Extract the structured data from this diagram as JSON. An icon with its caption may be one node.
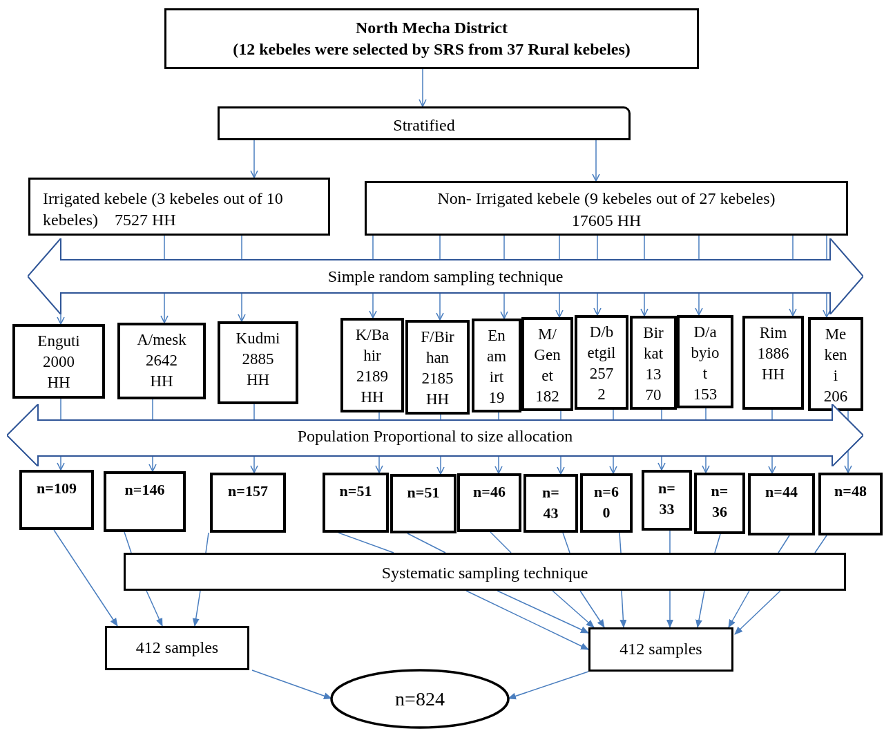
{
  "diagram": {
    "nodes": [
      {
        "text": [
          "North Mecha District",
          "(12 kebeles were selected by SRS from 37 Rural kebeles)"
        ]
      },
      {
        "text": [
          "Stratified"
        ]
      },
      {
        "text": [
          "Irrigated kebele (3 kebeles out of 10 kebeles)    7527 HH"
        ]
      },
      {
        "text": [
          "Non- Irrigated kebele (9 kebeles out of 27 kebeles) 17605 HH"
        ]
      },
      {
        "text": [
          "Simple random sampling technique"
        ]
      },
      {
        "text": [
          "Enguti 2000 HH"
        ]
      },
      {
        "text": [
          "A/mesk 2642 HH"
        ]
      },
      {
        "text": [
          "Kudmi 2885 HH"
        ]
      },
      {
        "text": [
          "K/Ba hir 2189 HH"
        ]
      },
      {
        "text": [
          "F/Bir han 2185 HH"
        ]
      },
      {
        "text": [
          "En am irt 19"
        ]
      },
      {
        "text": [
          "M/ Gen et 182"
        ]
      },
      {
        "text": [
          "D/b etgil 257 2"
        ]
      },
      {
        "text": [
          "Bir kat 13 70"
        ]
      },
      {
        "text": [
          "D/a byio t 153"
        ]
      },
      {
        "text": [
          "Rim 1886 HH"
        ]
      },
      {
        "text": [
          "Me ken i 206"
        ]
      },
      {
        "text": [
          "Population Proportional to size allocation"
        ]
      },
      {
        "text": [
          "n=109"
        ]
      },
      {
        "text": [
          "n=146"
        ]
      },
      {
        "text": [
          "n=157"
        ]
      },
      {
        "text": [
          "n=51"
        ]
      },
      {
        "text": [
          "n=51"
        ]
      },
      {
        "text": [
          "n=46"
        ]
      },
      {
        "text": [
          "n= 43"
        ]
      },
      {
        "text": [
          "n=6 0"
        ]
      },
      {
        "text": [
          "n= 33"
        ]
      },
      {
        "text": [
          "n= 36"
        ]
      },
      {
        "text": [
          "n=44"
        ]
      },
      {
        "text": [
          "n=48"
        ]
      },
      {
        "text": [
          "Systematic sampling technique"
        ]
      },
      {
        "text": [
          "412 samples"
        ]
      },
      {
        "text": [
          "412 samples"
        ]
      },
      {
        "text": [
          "n=824"
        ]
      }
    ],
    "edges": [
      {
        "from": 0,
        "to": 1,
        "arrow": "to"
      },
      {
        "from": 1,
        "to": 2,
        "arrow": "to"
      },
      {
        "from": 1,
        "to": 3,
        "arrow": "to"
      },
      {
        "from": 2,
        "to": 4,
        "arrow": "none"
      },
      {
        "from": 2,
        "to": 4,
        "arrow": "none"
      },
      {
        "from": 3,
        "to": 4,
        "arrow": "none"
      },
      {
        "from": 3,
        "to": 4,
        "arrow": "none"
      },
      {
        "from": 3,
        "to": 4,
        "arrow": "none"
      },
      {
        "from": 3,
        "to": 4,
        "arrow": "none"
      },
      {
        "from": 3,
        "to": 4,
        "arrow": "none"
      },
      {
        "from": 3,
        "to": 4,
        "arrow": "none"
      },
      {
        "from": 3,
        "to": 4,
        "arrow": "none"
      },
      {
        "from": 3,
        "to": 4,
        "arrow": "none"
      },
      {
        "from": 3,
        "to": 4,
        "arrow": "none"
      },
      {
        "from": 4,
        "to": 5,
        "arrow": "to"
      },
      {
        "from": 4,
        "to": 6,
        "arrow": "to"
      },
      {
        "from": 4,
        "to": 7,
        "arrow": "to"
      },
      {
        "from": 4,
        "to": 8,
        "arrow": "to"
      },
      {
        "from": 4,
        "to": 9,
        "arrow": "to"
      },
      {
        "from": 4,
        "to": 10,
        "arrow": "to"
      },
      {
        "from": 4,
        "to": 11,
        "arrow": "to"
      },
      {
        "from": 4,
        "to": 12,
        "arrow": "to"
      },
      {
        "from": 4,
        "to": 13,
        "arrow": "to"
      },
      {
        "from": 4,
        "to": 14,
        "arrow": "to"
      },
      {
        "from": 4,
        "to": 15,
        "arrow": "to"
      },
      {
        "from": 4,
        "to": 16,
        "arrow": "to"
      },
      {
        "from": 5,
        "to": 17,
        "arrow": "none"
      },
      {
        "from": 6,
        "to": 17,
        "arrow": "none"
      },
      {
        "from": 7,
        "to": 17,
        "arrow": "none"
      },
      {
        "from": 8,
        "to": 17,
        "arrow": "none"
      },
      {
        "from": 9,
        "to": 17,
        "arrow": "none"
      },
      {
        "from": 10,
        "to": 17,
        "arrow": "none"
      },
      {
        "from": 11,
        "to": 17,
        "arrow": "none"
      },
      {
        "from": 12,
        "to": 17,
        "arrow": "none"
      },
      {
        "from": 13,
        "to": 17,
        "arrow": "none"
      },
      {
        "from": 14,
        "to": 17,
        "arrow": "none"
      },
      {
        "from": 15,
        "to": 17,
        "arrow": "none"
      },
      {
        "from": 16,
        "to": 17,
        "arrow": "none"
      },
      {
        "from": 17,
        "to": 18,
        "arrow": "to"
      },
      {
        "from": 17,
        "to": 19,
        "arrow": "to"
      },
      {
        "from": 17,
        "to": 20,
        "arrow": "to"
      },
      {
        "from": 17,
        "to": 21,
        "arrow": "to"
      },
      {
        "from": 17,
        "to": 22,
        "arrow": "to"
      },
      {
        "from": 17,
        "to": 23,
        "arrow": "to"
      },
      {
        "from": 17,
        "to": 24,
        "arrow": "to"
      },
      {
        "from": 17,
        "to": 25,
        "arrow": "to"
      },
      {
        "from": 17,
        "to": 26,
        "arrow": "to"
      },
      {
        "from": 17,
        "to": 27,
        "arrow": "to"
      },
      {
        "from": 17,
        "to": 28,
        "arrow": "to"
      },
      {
        "from": 17,
        "to": 29,
        "arrow": "to"
      },
      {
        "from": 18,
        "to": 31,
        "arrow": "to"
      },
      {
        "from": 19,
        "to": 30,
        "arrow": "none"
      },
      {
        "from": 20,
        "to": 30,
        "arrow": "none"
      },
      {
        "from": 21,
        "to": 30,
        "arrow": "none"
      },
      {
        "from": 22,
        "to": 30,
        "arrow": "none"
      },
      {
        "from": 23,
        "to": 30,
        "arrow": "none"
      },
      {
        "from": 24,
        "to": 30,
        "arrow": "none"
      },
      {
        "from": 25,
        "to": 30,
        "arrow": "none"
      },
      {
        "from": 26,
        "to": 30,
        "arrow": "none"
      },
      {
        "from": 27,
        "to": 30,
        "arrow": "none"
      },
      {
        "from": 28,
        "to": 30,
        "arrow": "none"
      },
      {
        "from": 29,
        "to": 30,
        "arrow": "none"
      },
      {
        "from": 30,
        "to": 31,
        "arrow": "to"
      },
      {
        "from": 30,
        "to": 31,
        "arrow": "to"
      },
      {
        "from": 30,
        "to": 32,
        "arrow": "to"
      },
      {
        "from": 30,
        "to": 32,
        "arrow": "to"
      },
      {
        "from": 30,
        "to": 32,
        "arrow": "to"
      },
      {
        "from": 30,
        "to": 32,
        "arrow": "to"
      },
      {
        "from": 30,
        "to": 32,
        "arrow": "to"
      },
      {
        "from": 30,
        "to": 32,
        "arrow": "to"
      },
      {
        "from": 30,
        "to": 32,
        "arrow": "to"
      },
      {
        "from": 30,
        "to": 32,
        "arrow": "to"
      },
      {
        "from": 30,
        "to": 32,
        "arrow": "to"
      },
      {
        "from": 31,
        "to": 33,
        "arrow": "to"
      },
      {
        "from": 32,
        "to": 33,
        "arrow": "to"
      }
    ]
  }
}
